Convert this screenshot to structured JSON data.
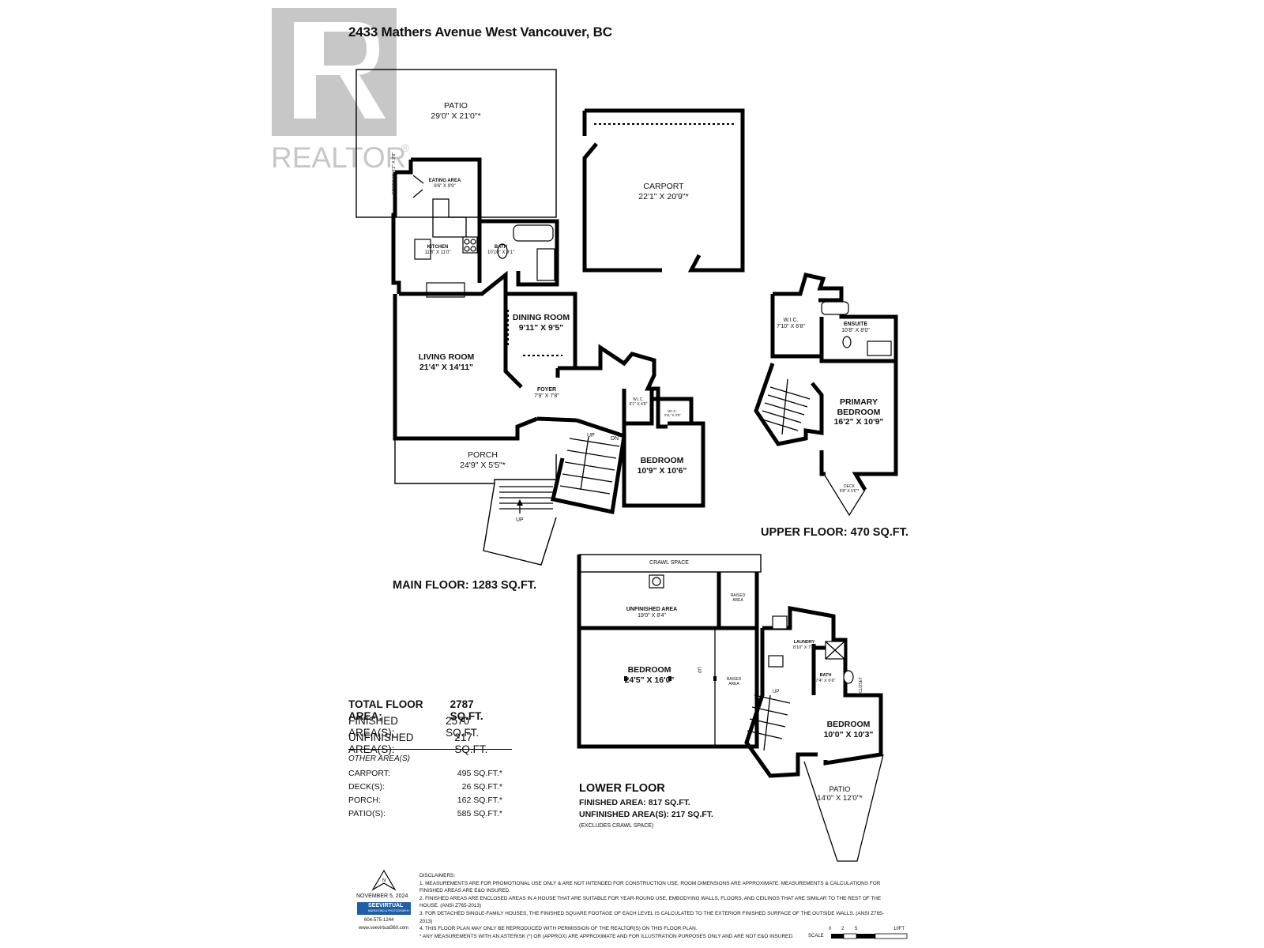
{
  "address": "2433 Mathers Avenue West Vancouver, BC",
  "watermark": {
    "brand": "REALTOR",
    "mark": "®"
  },
  "main_floor": {
    "label": "MAIN FLOOR: 1283 SQ.FT.",
    "rooms": {
      "patio": {
        "name": "PATIO",
        "dims": "29'0\" X 21'0\"*"
      },
      "storage": {
        "name": "STORAGE",
        "dims": "6'2\" X 2'8\""
      },
      "eating": {
        "name": "EATING AREA",
        "dims": "8'6\" X 9'9\""
      },
      "kitchen": {
        "name": "KITCHEN",
        "dims": "11'8\" X 11'0\""
      },
      "bath": {
        "name": "BATH",
        "dims": "10'10\" X 9'1\""
      },
      "dining": {
        "name": "DINING ROOM",
        "dims": "9'11\" X 9'5\""
      },
      "living": {
        "name": "LIVING ROOM",
        "dims": "21'4\" X 14'11\""
      },
      "foyer": {
        "name": "FOYER",
        "dims": "7'9\" X 7'8\""
      },
      "wic1": {
        "name": "W.I.C.",
        "dims": "6'1\" X 4'9\""
      },
      "wic2": {
        "name": "W.I.C.",
        "dims": "3'11\" X 3'8\""
      },
      "bedroom": {
        "name": "BEDROOM",
        "dims": "10'9\" X 10'6\""
      },
      "porch": {
        "name": "PORCH",
        "dims": "24'9\" X 5'5\"*"
      }
    },
    "stairs": {
      "up": "UP",
      "down": "DN",
      "porch_up": "UP"
    }
  },
  "carport": {
    "name": "CARPORT",
    "dims": "22'1\" X 20'9\"*"
  },
  "upper_floor": {
    "label": "UPPER FLOOR: 470 SQ.FT.",
    "rooms": {
      "wic": {
        "name": "W.I.C.",
        "dims": "7'10\" X 6'8\""
      },
      "ensuite": {
        "name": "ENSUITE",
        "dims": "10'8\" X 8'0\""
      },
      "primary": {
        "name": "PRIMARY",
        "name2": "BEDROOM",
        "dims": "16'2\" X 10'9\""
      },
      "deck": {
        "name": "DECK",
        "dims": "5'8\" X 5'6\"*"
      }
    }
  },
  "lower_floor": {
    "label": "LOWER FLOOR",
    "finished": "FINISHED AREA: 817 SQ.FT.",
    "unfinished": "UNFINISHED AREA(S): 217 SQ.FT.",
    "note": "(EXCLUDES CRAWL SPACE)",
    "rooms": {
      "crawl": {
        "name": "CRAWL SPACE"
      },
      "unfinished": {
        "name": "UNFINISHED AREA",
        "dims": "19'0\" X 8'4\""
      },
      "raised1": {
        "name": "RAISED",
        "name2": "AREA"
      },
      "raised2": {
        "name": "RAISED",
        "name2": "AREA"
      },
      "bedroom1": {
        "name": "BEDROOM",
        "dims": "24'5\" X 16'0\""
      },
      "laundry": {
        "name": "LAUNDRY",
        "dims": "8'10\" X 7'4\""
      },
      "bath": {
        "name": "BATH",
        "dims": "7'4\" X 6'6\""
      },
      "closet": {
        "name": "CLOSET"
      },
      "bedroom2": {
        "name": "BEDROOM",
        "dims": "10'0\" X 10'3\""
      },
      "patio": {
        "name": "PATIO",
        "dims": "14'0\" X 12'0\"*"
      }
    },
    "stairs": {
      "up1": "UP",
      "up2": "UP"
    }
  },
  "totals": {
    "total": {
      "label": "TOTAL FLOOR AREA:",
      "value": "2787 SQ.FT."
    },
    "finished": {
      "label": "FINISHED AREA(S):",
      "value": "2570 SQ.FT."
    },
    "unfinished": {
      "label": "UNFINISHED AREA(S):",
      "value": "217 SQ.FT."
    },
    "other_header": "OTHER AREA(S)",
    "other": [
      {
        "label": "CARPORT:",
        "value": "495 SQ.FT.*"
      },
      {
        "label": "DECK(S):",
        "value": "26 SQ.FT.*"
      },
      {
        "label": "PORCH:",
        "value": "162 SQ.FT.*"
      },
      {
        "label": "PATIO(S):",
        "value": "585 SQ.FT.*"
      }
    ]
  },
  "footer": {
    "north": "N",
    "date": "NOVEMBER 5, 2024",
    "company": "SEEVIRTUAL",
    "company_sub": "MARKETING & PHOTOGRAPHY",
    "phone": "604-575-1244",
    "website": "www.seevirtual360.com",
    "disclaimers_title": "DISCLAIMERS:",
    "disclaimers": [
      "1. MEASUREMENTS ARE FOR PROMOTIONAL USE ONLY & ARE NOT INTENDED FOR CONSTRUCTION USE. ROOM DIMENSIONS ARE APPROXIMATE. MEASUREMENTS & CALCULATIONS FOR FINISHED AREAS ARE E&O INSURED.",
      "2. FINISHED AREAS ARE ENCLOSED AREAS IN A HOUSE THAT ARE SUITABLE FOR YEAR-ROUND USE, EMBODYING WALLS, FLOORS, AND CEILINGS THAT ARE SIMILAR TO THE REST OF THE HOUSE. (ANSI Z765-2013)",
      "3. FOR DETACHED SINGLE-FAMILY HOUSES, THE FINISHED SQUARE FOOTAGE OF EACH LEVEL IS CALCULATED TO THE EXTERIOR FINISHED SURFACE OF THE OUTSIDE WALLS. (ANSI Z765-2013)",
      "4. THIS FLOOR PLAN MAY ONLY BE REPRODUCED WITH PERMISSION OF THE REALTOR(S) ON THIS FLOOR PLAN.",
      "* ANY MEASUREMENTS WITH AN ASTERISK (*) OR (APPROX) ARE APPROXIMATE AND FOR ILLUSTRATION PURPOSES ONLY AND ARE NOT E&O INSURED."
    ],
    "scale": {
      "labels": [
        "0",
        "2",
        "5",
        "10FT"
      ],
      "title": "SCALE"
    }
  }
}
